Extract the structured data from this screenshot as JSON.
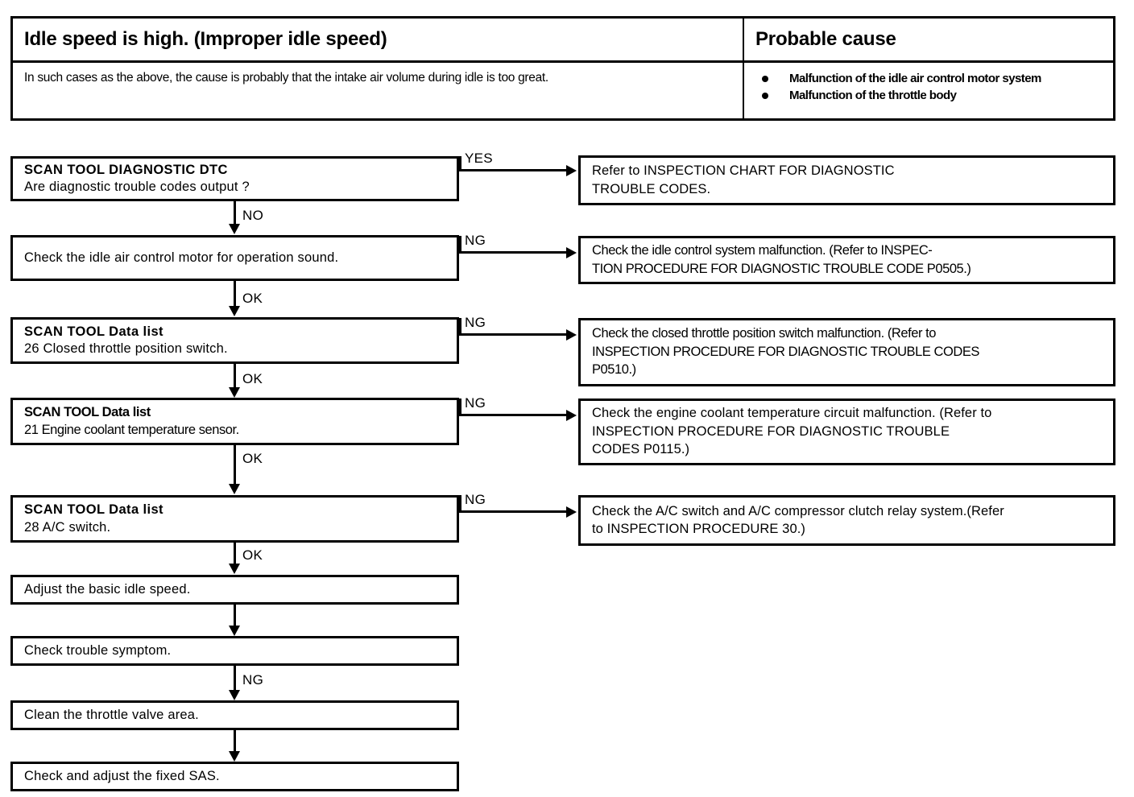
{
  "symptom_table": {
    "header_left": "Idle speed is high. (Improper idle speed)",
    "header_right": "Probable cause",
    "description": "In such cases as the above, the cause is probably that the intake air volume during idle is too great.",
    "causes": [
      "Malfunction of the idle air control motor system",
      "Malfunction of the throttle body"
    ]
  },
  "flow": {
    "steps": [
      {
        "id": "scan-tool-diagnostic-dtc",
        "title": "SCAN TOOL DIAGNOSTIC DTC",
        "text": "Are diagnostic trouble codes output ?",
        "branch_label": "YES",
        "next_label": "NO"
      },
      {
        "id": "check-iac-motor-sound",
        "title": "",
        "text": "Check the idle air control motor for operation sound.",
        "branch_label": "NG",
        "next_label": "OK"
      },
      {
        "id": "data-list-closed-throttle-position-switch",
        "title": "SCAN TOOL Data list",
        "text": "26 Closed throttle position switch.",
        "branch_label": "NG",
        "next_label": "OK"
      },
      {
        "id": "data-list-engine-coolant-temperature-sensor",
        "title": "SCAN TOOL Data list",
        "text": "21 Engine coolant temperature sensor.",
        "branch_label": "NG",
        "next_label": "OK"
      },
      {
        "id": "data-list-ac-switch",
        "title": "SCAN TOOL Data list",
        "text": "28 A/C switch.",
        "branch_label": "NG",
        "next_label": "OK"
      },
      {
        "id": "adjust-basic-idle-speed",
        "title": "",
        "text": "Adjust the basic idle speed.",
        "branch_label": "",
        "next_label": ""
      },
      {
        "id": "check-trouble-symptom",
        "title": "",
        "text": "Check trouble symptom.",
        "branch_label": "",
        "next_label": "NG"
      },
      {
        "id": "clean-throttle-valve-area",
        "title": "",
        "text": "Clean the throttle valve area.",
        "branch_label": "",
        "next_label": ""
      },
      {
        "id": "check-adjust-fixed-sas",
        "title": "",
        "text": "Check and adjust the fixed SAS.",
        "branch_label": "",
        "next_label": ""
      }
    ],
    "results": [
      {
        "id": "result-inspection-chart-dtc",
        "lines": [
          "Refer  to  INSPECTION   CHART   FOR   DIAGNOSTIC",
          "TROUBLE CODES."
        ]
      },
      {
        "id": "result-idle-control-system-p0505",
        "lines": [
          "Check the idle control system malfunction.        (Refer to INSPEC-",
          "TION PROCEDURE FOR DIAGNOSTIC TROUBLE CODE P0505.)"
        ]
      },
      {
        "id": "result-closed-throttle-position-switch-p0510",
        "lines": [
          "Check the closed throttle position switch malfunction.     (Refer  to",
          "INSPECTION PROCEDURE FOR DIAGNOSTIC TROUBLE CODES",
          "P0510.)"
        ]
      },
      {
        "id": "result-engine-coolant-temperature-p0115",
        "lines": [
          "Check  the  engine  coolant  temperature  circuit  malfunction. (Refer to",
          " INSPECTION  PROCEDURE FOR   DIAGNOSTIC TROUBLE",
          "CODES  P0115.)"
        ]
      },
      {
        "id": "result-ac-switch-procedure-30",
        "lines": [
          "Check the A/C switch and A/C compressor clutch relay system.(Refer",
          "to  INSPECTION  PROCEDURE  30.)"
        ]
      }
    ]
  },
  "colors": {
    "ink": "#000000",
    "paper": "#ffffff"
  }
}
